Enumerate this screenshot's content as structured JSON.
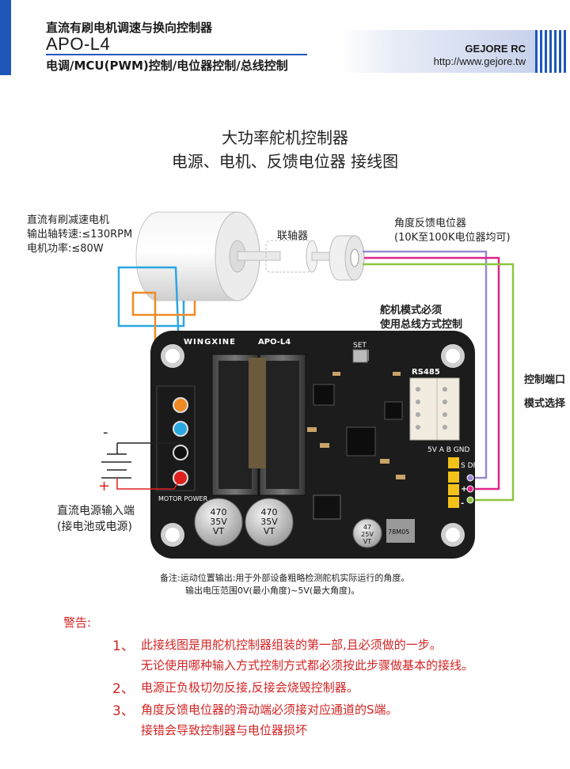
{
  "header": {
    "title": "直流有刷电机调速与换向控制器",
    "model": "APO-L4",
    "subtitle": "电调/MCU(PWM)控制/电位器控制/总线控制",
    "brand": "GEJORE RC",
    "url": "http://www.gejore.tw"
  },
  "titles": {
    "line1": "大功率舵机控制器",
    "line2": "电源、电机、反馈电位器  接线图"
  },
  "motor": {
    "line1": "直流有刷减速电机",
    "line2": "输出轴转速:≤130RPM",
    "line3": "电机功率:≤80W"
  },
  "coupler": "联轴器",
  "potentiometer": {
    "line1": "角度反馈电位器",
    "line2": "(10K至100K电位器均可)"
  },
  "servo_note": {
    "line1": "舵机模式必须",
    "line2": "使用总线方式控制"
  },
  "ports": {
    "control": "控制端口",
    "mode": "模式选择"
  },
  "power": {
    "minus": "-",
    "plus": "+",
    "line1": "直流电源输入端",
    "line2": "(接电池或电源)"
  },
  "board": {
    "brand": "WINGXINE",
    "model": "APO-L4",
    "set": "SET",
    "rs485": "RS485",
    "bus_pins": "5V A B GND",
    "ctrl_pins": "S DR",
    "minus": "-",
    "plus": "+",
    "cap1": [
      "470",
      "35V",
      "VT"
    ],
    "cap2": [
      "470",
      "35V",
      "VT"
    ],
    "cap3": [
      "47",
      "25V",
      "VT"
    ],
    "reg": "78M05",
    "terminal": "MOTOR POWER"
  },
  "notes": {
    "line1": "备注:运动位置输出:用于外部设备粗略检测舵机实际运行的角度。",
    "line2": "输出电压范围0V(最小角度)~5V(最大角度)。"
  },
  "warnings": {
    "heading": "警告:",
    "items": [
      {
        "num": "1、",
        "line1": "此接线图是用舵机控制器组装的第一部,且必须做的一步。",
        "line2": "无论使用哪种输入方式控制方式都必须按此步骤做基本的接线。"
      },
      {
        "num": "2、",
        "line1": "电源正负极切勿反接,反接会烧毁控制器。"
      },
      {
        "num": "3、",
        "line1": "角度反馈电位器的滑动端必须接对应通道的S端。",
        "line2": "接错会导致控制器与电位器损坏"
      }
    ]
  },
  "colors": {
    "header_blue": "#1d58b8",
    "warning_red": "#d42424",
    "wire_blue": "#2ba7e0",
    "wire_orange": "#f08a24",
    "wire_purple": "#9a8ad0",
    "wire_magenta": "#e0248a",
    "wire_green": "#8cc63f",
    "pcb": "#1c1c1c"
  }
}
